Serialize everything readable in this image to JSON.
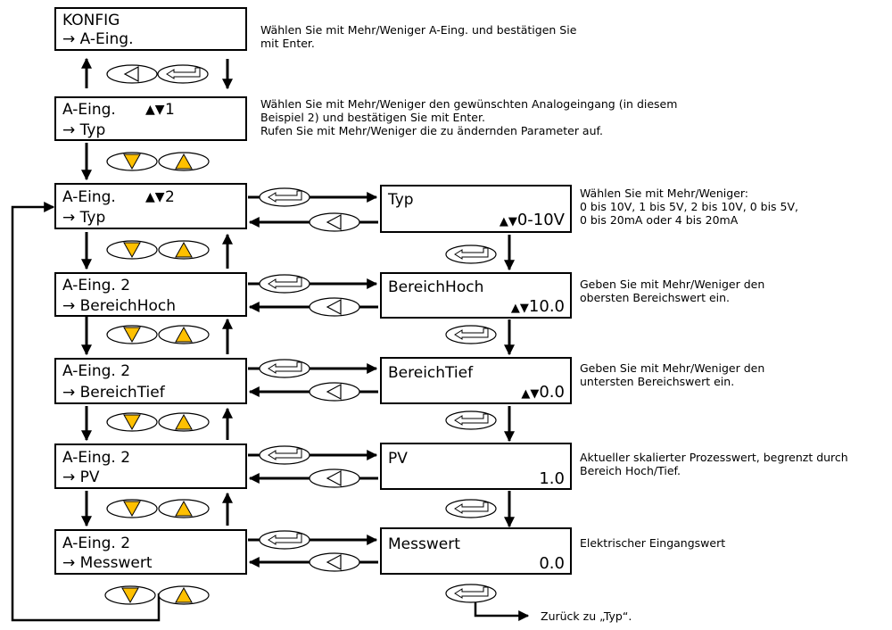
{
  "menu": [
    {
      "line1": "KONFIG",
      "line2": "→ A-Eing."
    },
    {
      "line1": "A-Eing.",
      "line1_value": "1",
      "line2": "→ Typ"
    },
    {
      "line1": "A-Eing.",
      "line1_value": "2",
      "line2": "→ Typ"
    },
    {
      "line1": "A-Eing. 2",
      "line2": "→ BereichHoch"
    },
    {
      "line1": "A-Eing. 2",
      "line2": "→ BereichTief"
    },
    {
      "line1": "A-Eing. 2",
      "line2": "→ PV"
    },
    {
      "line1": "A-Eing. 2",
      "line2": "→ Messwert"
    }
  ],
  "params": [
    {
      "label": "Typ",
      "value": "0-10V",
      "adjustable": true
    },
    {
      "label": "BereichHoch",
      "value": "10.0",
      "adjustable": true
    },
    {
      "label": "BereichTief",
      "value": "0.0",
      "adjustable": true
    },
    {
      "label": "PV",
      "value": "1.0",
      "adjustable": false
    },
    {
      "label": "Messwert",
      "value": "0.0",
      "adjustable": false
    }
  ],
  "notes": {
    "konfig": [
      "Wählen Sie mit Mehr/Weniger A-Eing. und bestätigen Sie",
      "mit Enter."
    ],
    "aeing": [
      "Wählen Sie mit Mehr/Weniger den gewünschten Analogeingang (in diesem",
      "Beispiel 2) und bestätigen Sie mit Enter.",
      "Rufen Sie mit Mehr/Weniger die zu ändernden Parameter auf."
    ],
    "typ": [
      "Wählen Sie mit Mehr/Weniger:",
      "0 bis 10V, 1 bis 5V, 2 bis 10V, 0 bis 5V,",
      "0 bis 20mA oder 4 bis 20mA"
    ],
    "hoch": [
      "Geben Sie mit Mehr/Weniger den",
      "obersten Bereichswert ein."
    ],
    "tief": [
      "Geben Sie mit Mehr/Weniger den",
      "untersten Bereichswert ein."
    ],
    "pv": [
      "Aktueller skalierter Prozesswert, begrenzt durch",
      "Bereich Hoch/Tief."
    ],
    "mess": [
      "Elektrischer Eingangswert"
    ],
    "back": "Zurück zu „Typ“."
  },
  "icons": [
    "up-down-arrow-icon",
    "page-button-icon",
    "enter-button-icon",
    "lower-button-icon",
    "raise-button-icon"
  ],
  "colors": {
    "button_fill": "#FFC000",
    "outline": "#000000"
  }
}
